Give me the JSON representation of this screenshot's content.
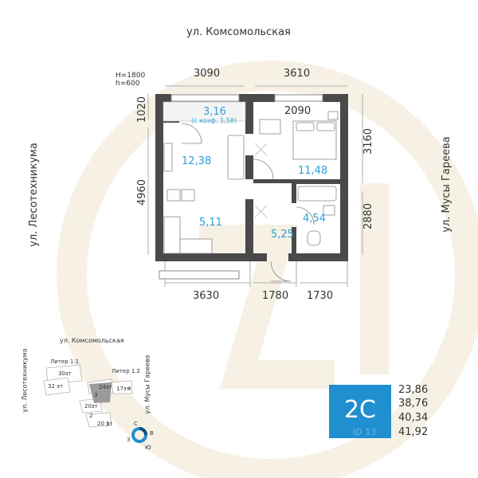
{
  "streets": {
    "top": "ул. Комсомольская",
    "left": "ул. Лесотехникума",
    "right": "ул. Мусы Гареева"
  },
  "window_note": {
    "line1": "H=1800",
    "line2": "h=600"
  },
  "dimensions": {
    "top_left": "3090",
    "top_right": "3610",
    "left_upper": "1020",
    "left_lower": "4960",
    "right_upper": "3160",
    "right_lower": "2880",
    "bottom_left": "3630",
    "bottom_mid": "1780",
    "bottom_right": "1730",
    "bedroom_width": "2090"
  },
  "rooms": {
    "balcony": "3,16",
    "balcony_coef": "(с коэф. 1,58)",
    "living": "12,38",
    "bedroom": "11,48",
    "kitchen": "5,11",
    "hall": "5,25",
    "bathroom": "4,54"
  },
  "mini_map": {
    "street_top": "ул. Комсомольская",
    "street_left": "ул. Лесотехникума",
    "street_right": "ул. Мусы Гареева",
    "liter1": "Литер 1.1",
    "liter2": "Литер 1.2",
    "floors_30": "30эт",
    "floors_32": "32 эт",
    "floors_24": "24эт",
    "floors_17": "17эт",
    "floors_20a": "20эт",
    "floors_20b": "20 эт",
    "n3": "3",
    "n4": "4",
    "n2": "2",
    "n1": "1",
    "compass_n": "С",
    "compass_e": "В",
    "compass_w": "З",
    "compass_s": "Ю"
  },
  "badge": {
    "code": "2С",
    "id": "ID 13"
  },
  "areas": [
    "23,86",
    "38,76",
    "40,34",
    "41,92"
  ],
  "colors": {
    "accent": "#1f8fd0",
    "room_label": "#2e9fd6",
    "wall": "#4a4a4a",
    "watermark": "#f5f0e3"
  }
}
